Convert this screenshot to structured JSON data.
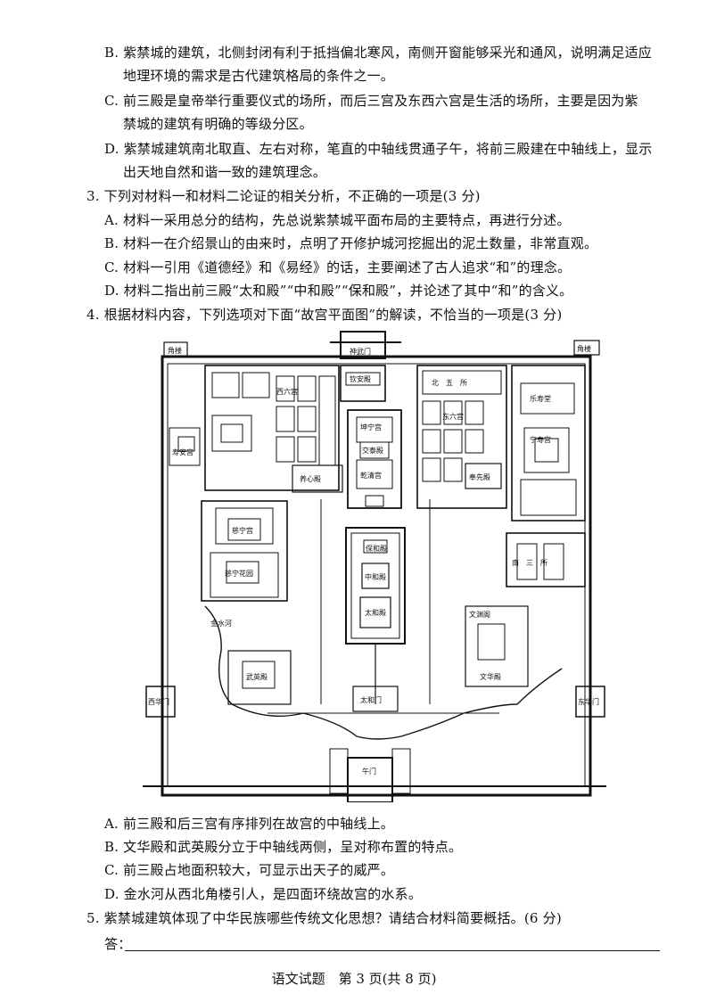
{
  "lines": [
    "B. 紫禁城的建筑，北侧封闭有利于抵挡偏北寒风，南侧开窗能够采光和通风，说明满足适应",
    "地理环境的需求是古代建筑格局的条件之一。",
    "C. 前三殿是皇帝举行重要仪式的场所，而后三宫及东西六宫是生活的场所，主要是因为紫",
    "禁城的建筑有明确的等级分区。",
    "D. 紫禁城建筑南北取直、左右对称，笔直的中轴线贯通子午，将前三殿建在中轴线上，显示",
    "出天地自然和谐一致的建筑理念。",
    "3. 下列对材料一和材料二论证的相关分析，不正确的一项是(3 分)",
    "A. 材料一采用总分的结构，先总说紫禁城平面布局的主要特点，再进行分述。",
    "B. 材料一在介绍景山的由来时，点明了开修护城河挖掘出的泥土数量，非常直观。",
    "C. 材料一引用《道德经》和《易经》的话，主要阐述了古人追求“和”的理念。",
    "D. 材料二指出前三殿“太和殿”“中和殿”“保和殿”，并论述了其中“和”的含义。",
    "4. 根据材料内容，下列选项对下面“故宫平面图”的解读，不恰当的一项是(3 分)"
  ],
  "options": [
    "A. 前三殿和后三宫有序排列在故宫的中轴线上。",
    "B. 文华殿和武英殿分立于中轴线两侧，呈对称布置的特点。",
    "C. 前三殿占地面积较大，可显示出天子的威严。",
    "D. 金水河从西北角楼引人，是四面环绕故宫的水系。",
    "5. 紫禁城建筑体现了中华民族哪些传统文化思想？请结合材料简要概括。(6 分)"
  ],
  "answer_label": "答：",
  "footer": "语文试题　第 3 页(共 8 页)",
  "map": {
    "labels": {
      "corner_nw": "角楼",
      "corner_ne": "角楼",
      "shenwu": "神武门",
      "qinan": "钦安殿",
      "bei_wu_suo": "北　五　所",
      "xi_liu_gong": "西六宫",
      "dong_liu_gong": "东六宫",
      "kunning": "坤宁宫",
      "jiaotai": "交泰殿",
      "qianqing": "乾清宫",
      "shouan": "寿安宫",
      "yangxin": "养心殿",
      "fengxian": "奉先殿",
      "leshou": "乐寿堂",
      "ningshou": "宁寿宫",
      "cining": "慈宁宫",
      "cining_garden": "慈宁花园",
      "baohe": "保和殿",
      "zhonghe": "中和殿",
      "taihe": "太和殿",
      "nan_san_suo": "南　三　所",
      "jinshui": "金水河",
      "wenyuan": "文渊阁",
      "wenhua": "文华殿",
      "wuying": "武英殿",
      "xihua": "西华门",
      "donghua": "东华门",
      "taihemen": "太和门",
      "wumen": "午门"
    }
  }
}
